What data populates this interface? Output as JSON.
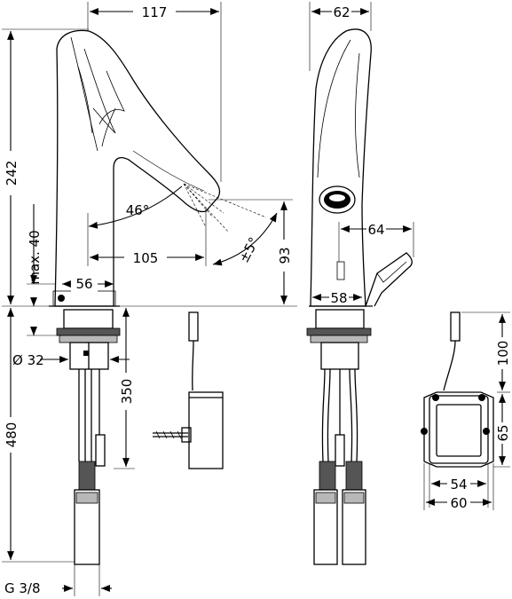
{
  "dimensions": {
    "front_width": "117",
    "side_width": "62",
    "total_height": "242",
    "inlet_height": "max. 40",
    "spout_angle": "46°",
    "sensor_angle": "±5°",
    "spout_reach": "105",
    "base_diameter": "56",
    "spout_height": "93",
    "side_reach": "64",
    "side_base": "58",
    "thread_diameter": "Ø 32",
    "mounting_length": "350",
    "hose_length": "480",
    "thread": "G 3/8",
    "box_cable_height": "100",
    "box_height": "65",
    "box_inner_width": "54",
    "box_outer_width": "60"
  }
}
